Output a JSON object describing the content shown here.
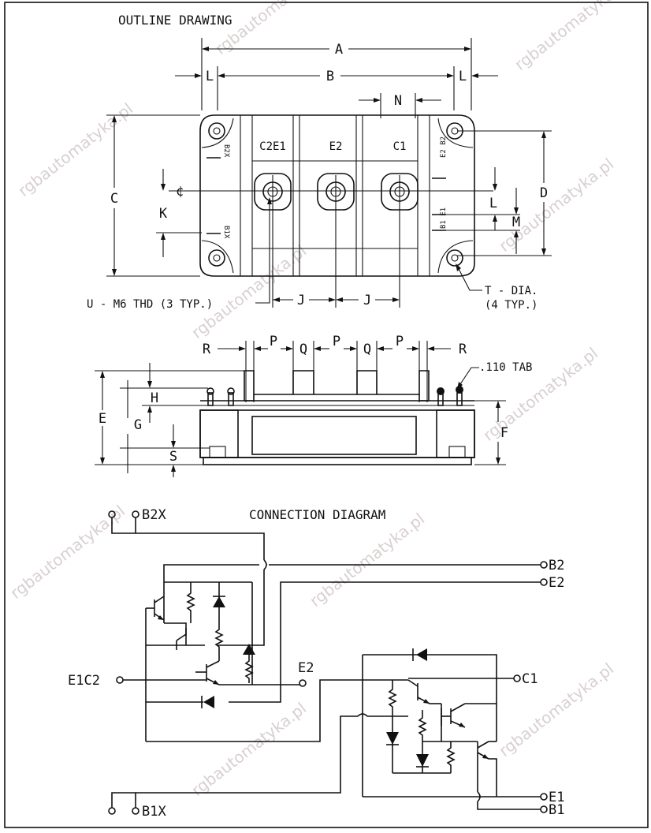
{
  "outline": {
    "title": "OUTLINE DRAWING",
    "dims": {
      "A": "A",
      "B": "B",
      "C": "C",
      "D": "D",
      "E": "E",
      "F": "F",
      "G": "G",
      "H": "H",
      "J": "J",
      "K": "K",
      "L": "L",
      "M": "M",
      "N": "N",
      "P": "P",
      "Q": "Q",
      "R": "R",
      "S": "S"
    },
    "terminals": {
      "c2e1": "C2E1",
      "e2": "E2",
      "c1": "C1"
    },
    "small_terminals": {
      "b2x": "B2X",
      "b1x": "B1X",
      "e2b2": "E2 B2",
      "b1e1": "B1 E1"
    },
    "centerline": "¢",
    "callout_thread": "U - M6 THD (3 TYP.)",
    "callout_hole_1": "T - DIA.",
    "callout_hole_2": "(4 TYP.)",
    "callout_tab": ".110 TAB"
  },
  "connection": {
    "title": "CONNECTION DIAGRAM",
    "terminals": {
      "b2x": "B2X",
      "b2": "B2",
      "e2_right": "E2",
      "e1c2": "E1C2",
      "e2_mid": "E2",
      "c1": "C1",
      "e1": "E1",
      "b1": "B1",
      "b1x": "B1X"
    }
  },
  "watermark": "rgbautomatyka.pl"
}
